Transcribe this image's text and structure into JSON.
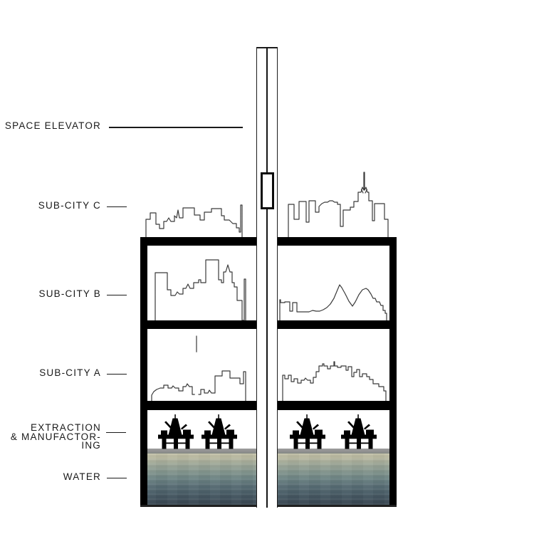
{
  "page": {
    "background": "#ffffff"
  },
  "labels": {
    "space_elevator": "SPACE ELEVATOR",
    "sub_city_c": "SUB-CITY C",
    "sub_city_b": "SUB-CITY B",
    "sub_city_a": "SUB-CITY A",
    "extraction_line1": "EXTRACTION",
    "extraction_line2": "& MANUFACTOR-",
    "extraction_line3": "ING",
    "water": "WATER"
  },
  "colors": {
    "ink": "#1a1a1a",
    "structure": "#000000",
    "skyline_stroke": "#3a3a3a",
    "rig_gray": "#8a8a8a",
    "rig_dark": "#6b6b6b",
    "platform_gray": "#8f8f8f",
    "water_top": "#c3c1a8",
    "water_mid": "#6b8283",
    "water_bottom": "#37454f"
  },
  "graphics": {
    "skylines": [
      "sub-city-c-left",
      "sub-city-c-right",
      "sub-city-b-left",
      "sub-city-b-right",
      "sub-city-a-left",
      "sub-city-a-right"
    ],
    "oil_rig_count": 4,
    "levels_top_to_bottom": [
      "SPACE ELEVATOR",
      "SUB-CITY C",
      "SUB-CITY B",
      "SUB-CITY A",
      "EXTRACTION & MANUFACTORING",
      "WATER"
    ]
  }
}
